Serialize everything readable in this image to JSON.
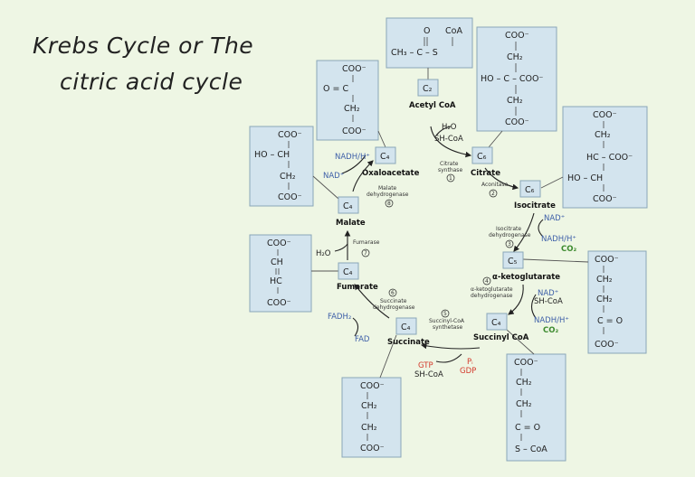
{
  "title": {
    "line1": "Krebs Cycle or The",
    "line2": "citric acid cycle"
  },
  "carbon": {
    "c2": "C₂",
    "c4": "C₄",
    "c5": "C₅",
    "c6": "C₆"
  },
  "names": {
    "acetyl": "Acetyl CoA",
    "citrate": "Citrate",
    "isocitrate": "Isocitrate",
    "akg": "α-ketoglutarate",
    "succoa": "Succinyl CoA",
    "succinate": "Succinate",
    "fumarate": "Fumarate",
    "malate": "Malate",
    "oxalo": "Oxaloacetate"
  },
  "enzymes": {
    "e1a": "Citrate",
    "e1b": "synthase",
    "e2": "Aconitase",
    "e3a": "Isocitrate",
    "e3b": "dehydrogenase",
    "e4a": "α-ketoglutarate",
    "e4b": "dehydrogenase",
    "e5a": "Succinyl-CoA",
    "e5b": "synthetase",
    "e6a": "Succinate",
    "e6b": "dehydrogenase",
    "e7": "Fumarase",
    "e8a": "Malate",
    "e8b": "dehydrogenase"
  },
  "steps": [
    "1",
    "2",
    "3",
    "4",
    "5",
    "6",
    "7",
    "8"
  ],
  "cofactors": {
    "h2o": "H₂O",
    "shcoa": "SH-CoA",
    "nad": "NAD⁺",
    "nadh": "NADH/H⁺",
    "co2": "CO₂",
    "gtp": "GTP",
    "gdp": "GDP",
    "pi": "Pᵢ",
    "fadh2": "FADH₂",
    "fad": "FAD"
  },
  "groups": {
    "coo": "COO⁻",
    "ch2": "CH₂",
    "ch": "CH",
    "hc": "HC",
    "c": "C",
    "ho": "HO",
    "o": "O",
    "coa": "CoA",
    "s": "S",
    "ch3": "CH₃",
    "c_eq_o": "C = O",
    "s_coa": "S – CoA",
    "o_eq_c": "O = C",
    "ho_c_coo": "HO – C – COO⁻",
    "hc_coo": "HC – COO⁻",
    "ho_ch": "HO – CH",
    "ch3_c_s": "CH₃ – C – S"
  }
}
